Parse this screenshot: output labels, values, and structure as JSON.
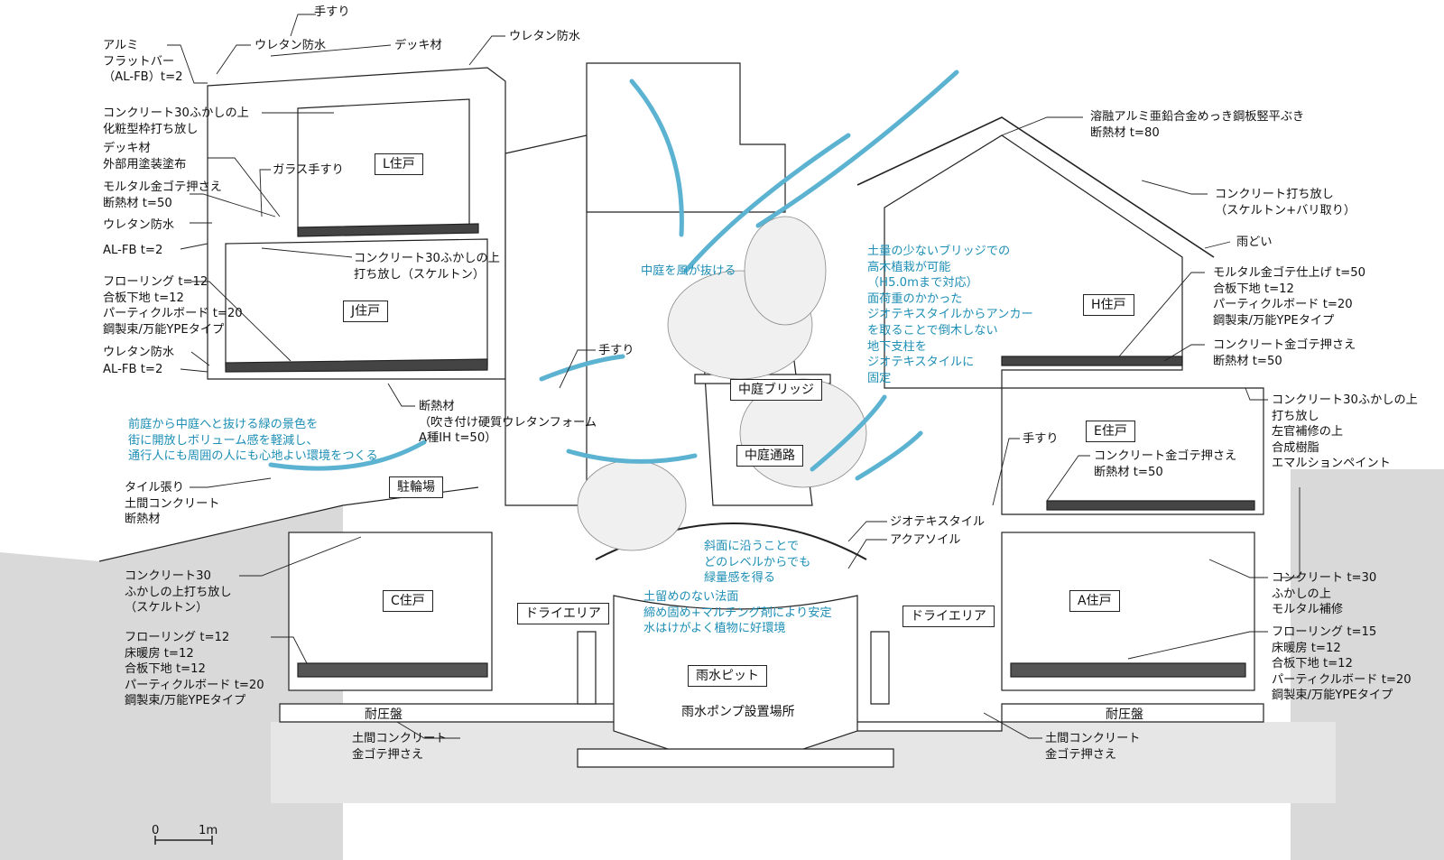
{
  "callouts": {
    "tesuri_top": "手すり",
    "alumi": "アルミ\nフラットバー\n（AL-FB）t=2",
    "uretan1": "ウレタン防水",
    "deck1": "デッキ材",
    "uretan2": "ウレタン防水",
    "conc30_1": "コンクリート30ふかしの上\n化粧型枠打ち放し",
    "deck2": "デッキ材\n外部用塗装塗布",
    "glass_tesuri": "ガラス手すり",
    "mortar1": "モルタル金ゴテ押さえ\n断熱材 t=50",
    "uretan3": "ウレタン防水",
    "alfb2": "AL-FB t=2",
    "conc30_2": "コンクリート30ふかしの上\n打ち放し（スケルトン）",
    "floor1": "フローリング t=12\n合板下地 t=12\nパーティクルボード t=20\n鋼製束/万能YPEタイプ",
    "uretan4": "ウレタン防水",
    "alfb3": "AL-FB t=2",
    "tesuri_mid": "手すり",
    "dannetsu": "断熱材\n（吹き付け硬質ウレタンフォーム\nA種IH t=50）",
    "tile": "タイル張り\n土間コンクリート\n断熱材",
    "conc30_3": "コンクリート30\nふかしの上打ち放し\n（スケルトン）",
    "floor2": "フローリング t=12\n床暖房 t=12\n合板下地 t=12\nパーティクルボード t=20\n鋼製束/万能YPEタイプ",
    "doma1": "土間コンクリート\n金ゴテ押さえ",
    "roof": "溶融アルミ亜鉛合金めっき鋼板竪平ぶき\n断熱材 t=80",
    "conc_uchi": "コンクリート打ち放し\n（スケルトン+バリ取り）",
    "amadoi": "雨どい",
    "mortar2": "モルタル金ゴテ仕上げ t=50\n合板下地 t=12\nパーティクルボード t=20\n鋼製束/万能YPEタイプ",
    "conc_kin1": "コンクリート金ゴテ押さえ\n断熱材 t=50",
    "conc30_4": "コンクリート30ふかしの上\n打ち放し\n左官補修の上\n合成樹脂\nエマルションペイント",
    "tesuri_right": "手すり",
    "conc_kin2": "コンクリート金ゴテ押さえ\n断熱材 t=50",
    "geotex": "ジオテキスタイル",
    "aqua": "アクアソイル",
    "conc_t30": "コンクリート t=30\nふかしの上\nモルタル補修",
    "floor3": "フローリング t=15\n床暖房 t=12\n合板下地 t=12\nパーティクルボード t=20\n鋼製束/万能YPEタイプ",
    "doma2": "土間コンクリート\n金ゴテ押さえ"
  },
  "notes": {
    "wind": "中庭を風が抜ける",
    "bridge": "土量の少ないブリッジでの\n高木植栽が可能\n（H5.0mまで対応）\n面荷重のかかった\nジオテキスタイルからアンカー\nを取ることで倒木しない\n地下支柱を\nジオテキスタイルに\n固定",
    "front": "前庭から中庭へと抜ける緑の景色を\n街に開放しボリューム感を軽減し、\n通行人にも周囲の人にも心地よい環境をつくる",
    "slope": "斜面に沿うことで\nどのレベルからでも\n緑量感を得る",
    "soil": "土留めのない法面\n締め固め+マルチング剤により安定\n水はけがよく植物に好環境"
  },
  "rooms": {
    "l": "L住戸",
    "j": "J住戸",
    "h": "H住戸",
    "e": "E住戸",
    "c": "C住戸",
    "a": "A住戸",
    "bridge": "中庭ブリッジ",
    "path": "中庭通路",
    "bike": "駐輪場",
    "dry1": "ドライエリア",
    "dry2": "ドライエリア",
    "pit": "雨水ピット"
  },
  "plain": {
    "taiatsu1": "耐圧盤",
    "taiatsu2": "耐圧盤",
    "pump": "雨水ポンプ設置場所"
  },
  "scale": {
    "zero": "0",
    "one": "1m"
  },
  "colors": {
    "accent": "#1e8fb5",
    "ground": "#d9d9d9",
    "line": "#222222"
  }
}
